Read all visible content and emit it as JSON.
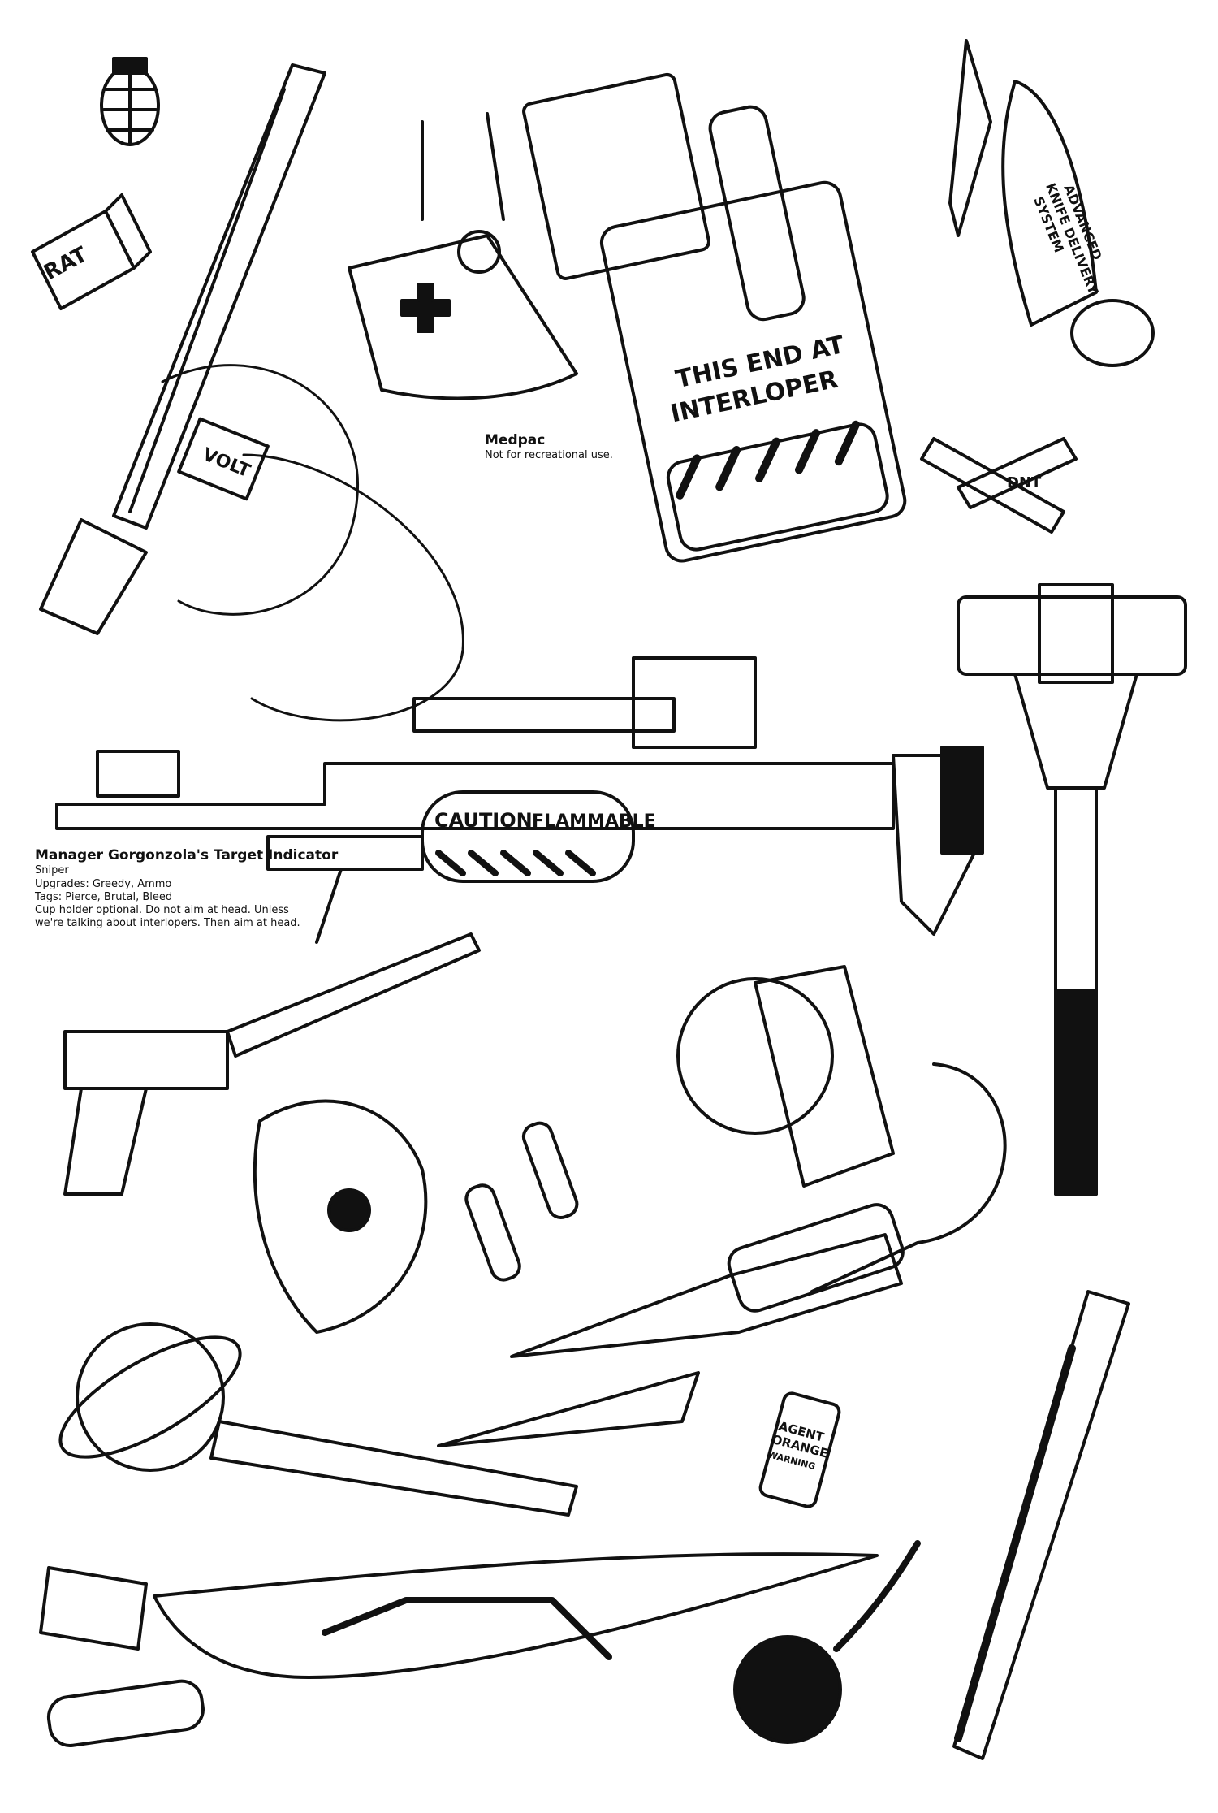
{
  "captions": {
    "medpac": {
      "title": "Medpac",
      "lines": [
        "Not for recreational use."
      ]
    },
    "sniper": {
      "title": "Manager Gorgonzola's Target Indicator",
      "lines": [
        "Sniper",
        "Upgrades: Greedy, Ammo",
        "Tags:  Pierce, Brutal, Bleed",
        "Cup holder optional. Do not aim at head. Unless",
        "we're talking about interlopers. Then aim at head."
      ]
    }
  },
  "drawing_labels": {
    "launcher": [
      "THIS END AT",
      "INTERLOPER"
    ],
    "rocket": [
      "ADVANCED",
      "KNIFE DELIVERY",
      "SYSTEM"
    ],
    "tank": [
      "CAUTION",
      "FLAMMABLE"
    ],
    "spray_can": [
      "AGENT",
      "ORANGE",
      "WARNING"
    ],
    "dynamite": "DNT",
    "rat_box": "RAT",
    "battery": "VOLT"
  },
  "colors": {
    "ink": "#111111",
    "paper": "#ffffff"
  }
}
